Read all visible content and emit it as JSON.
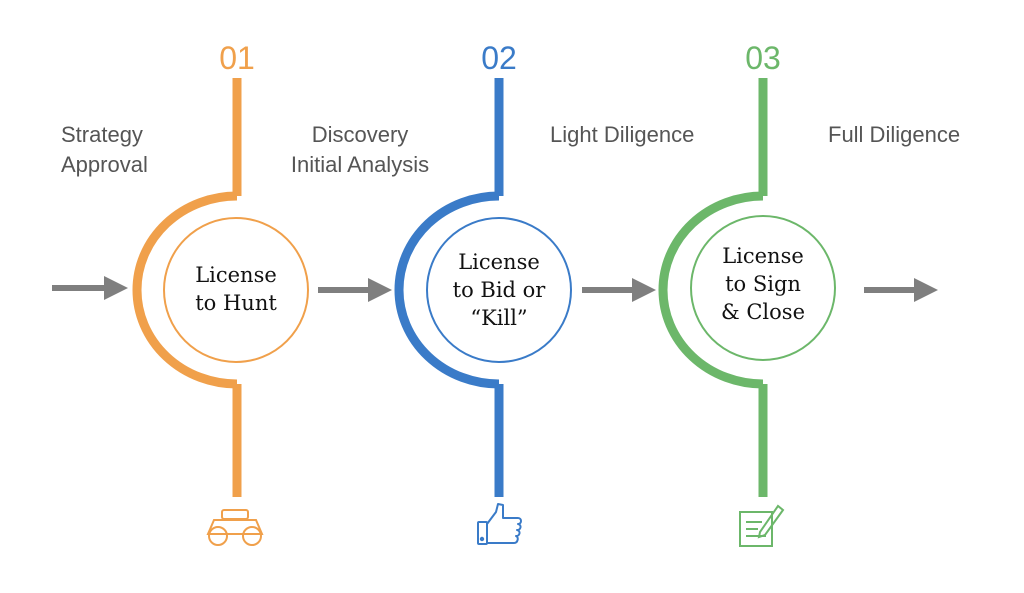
{
  "colors": {
    "orange": "#F0A04B",
    "blue": "#3A7BC8",
    "green": "#6CB76A",
    "arrow": "#7F7F7F"
  },
  "phases": [
    {
      "line1": "Strategy",
      "line2": "Approval"
    },
    {
      "line1": "Discovery",
      "line2": "Initial Analysis"
    },
    {
      "line1": "Light Diligence"
    },
    {
      "line1": "Full Diligence"
    }
  ],
  "stages": [
    {
      "number": "01",
      "color": "#F0A04B",
      "lines": [
        "License",
        "to Hunt"
      ],
      "icon": "binoculars-icon"
    },
    {
      "number": "02",
      "color": "#3A7BC8",
      "lines": [
        "License",
        "to Bid or",
        "“Kill”"
      ],
      "icon": "thumbs-up-icon"
    },
    {
      "number": "03",
      "color": "#6CB76A",
      "lines": [
        "License",
        "to Sign",
        "& Close"
      ],
      "icon": "notepad-pen-icon"
    }
  ]
}
